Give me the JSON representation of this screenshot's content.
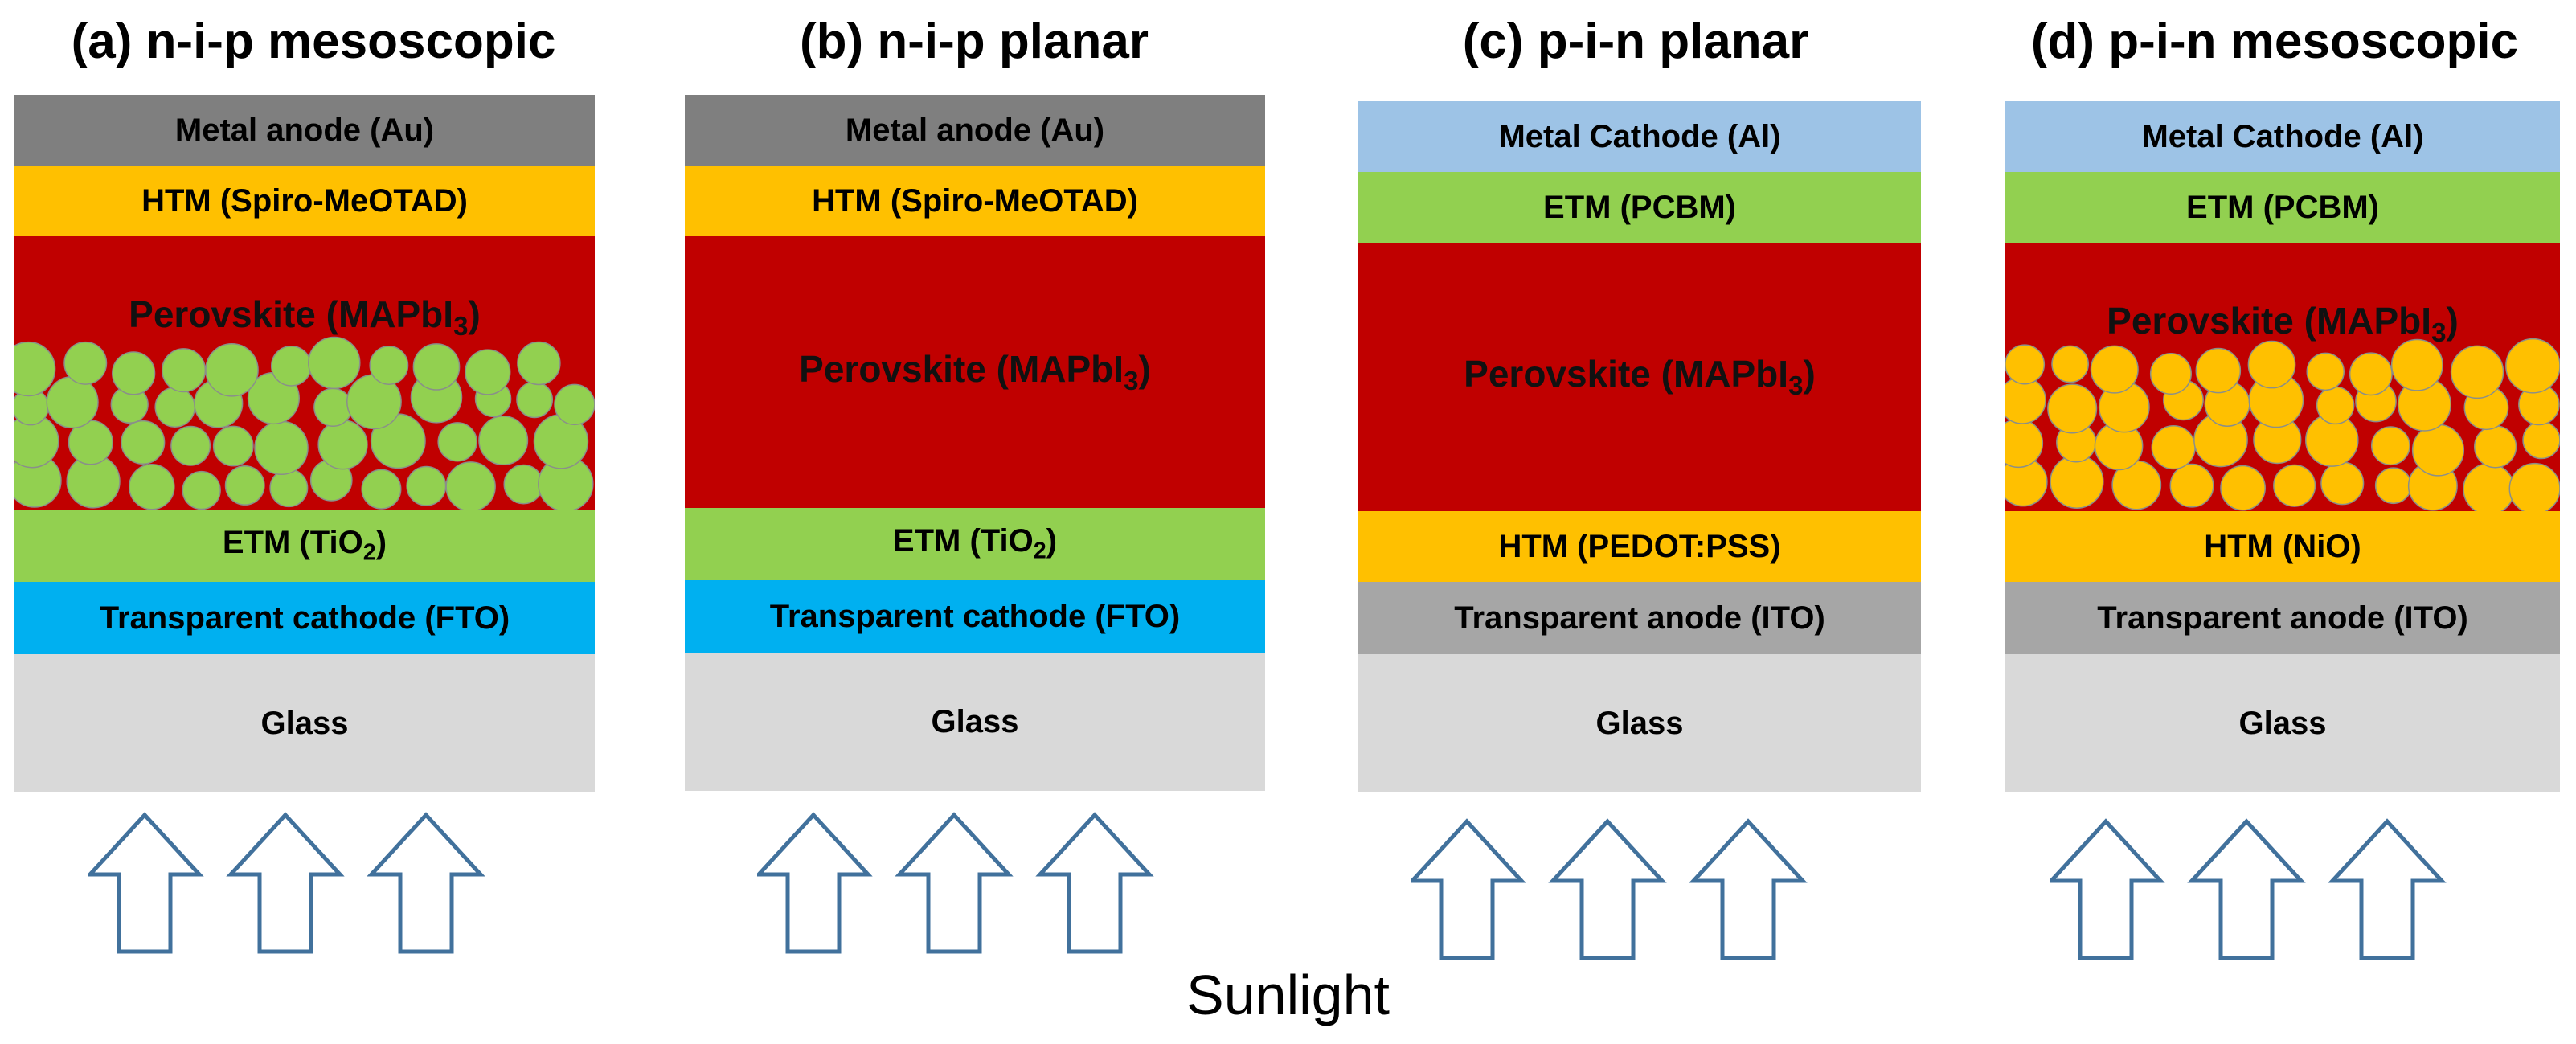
{
  "panels": [
    {
      "title": "(a) n-i-p mesoscopic",
      "layers": [
        {
          "label": "Metal anode (Au)",
          "color": "#7f7f7f"
        },
        {
          "label": "HTM (Spiro-MeOTAD)",
          "color": "#ffc000"
        },
        {
          "label": "Perovskite (MAPbI",
          "sub": "3",
          "suffix": ")",
          "color": "#c00000",
          "particles": "#92d050"
        },
        {
          "label": "ETM (TiO",
          "sub": "2",
          "suffix": ")",
          "color": "#92d050"
        },
        {
          "label": "Transparent cathode (FTO)",
          "color": "#00b0f0"
        },
        {
          "label": "Glass",
          "color": "#d9d9d9"
        }
      ]
    },
    {
      "title": "(b) n-i-p planar",
      "layers": [
        {
          "label": "Metal anode (Au)",
          "color": "#7f7f7f"
        },
        {
          "label": "HTM (Spiro-MeOTAD)",
          "color": "#ffc000"
        },
        {
          "label": "Perovskite (MAPbI",
          "sub": "3",
          "suffix": ")",
          "color": "#c00000"
        },
        {
          "label": "ETM (TiO",
          "sub": "2",
          "suffix": ")",
          "color": "#92d050"
        },
        {
          "label": "Transparent cathode (FTO)",
          "color": "#00b0f0"
        },
        {
          "label": "Glass",
          "color": "#d9d9d9"
        }
      ]
    },
    {
      "title": "(c) p-i-n planar",
      "layers": [
        {
          "label": "Metal Cathode (Al)",
          "color": "#9dc3e6"
        },
        {
          "label": "ETM (PCBM)",
          "color": "#92d050"
        },
        {
          "label": "Perovskite (MAPbI",
          "sub": "3",
          "suffix": ")",
          "color": "#c00000"
        },
        {
          "label": "HTM (PEDOT:PSS)",
          "color": "#ffc000"
        },
        {
          "label": "Transparent anode (ITO)",
          "color": "#a6a6a6"
        },
        {
          "label": "Glass",
          "color": "#d9d9d9"
        }
      ]
    },
    {
      "title": "(d) p-i-n mesoscopic",
      "layers": [
        {
          "label": "Metal Cathode (Al)",
          "color": "#9dc3e6"
        },
        {
          "label": "ETM (PCBM)",
          "color": "#92d050"
        },
        {
          "label": "Perovskite (MAPbI",
          "sub": "3",
          "suffix": ")",
          "color": "#c00000",
          "particles": "#ffc000"
        },
        {
          "label": "HTM (NiO)",
          "color": "#ffc000"
        },
        {
          "label": "Transparent anode (ITO)",
          "color": "#a6a6a6"
        },
        {
          "label": "Glass",
          "color": "#d9d9d9"
        }
      ]
    }
  ],
  "footer": "Sunlight",
  "arrow_color": "#41719c"
}
